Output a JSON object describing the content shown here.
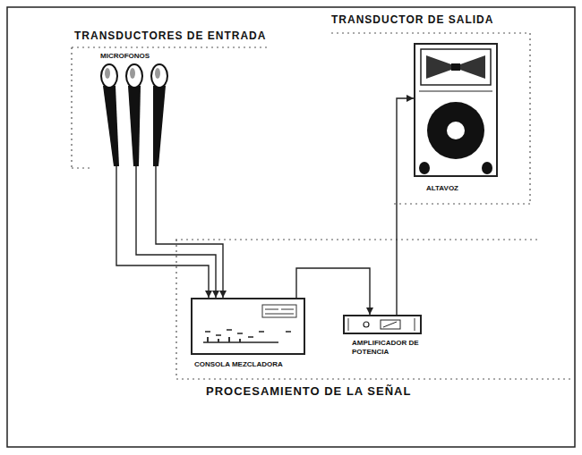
{
  "diagram": {
    "nodes": [
      {
        "text": [
          "MICROFONOS"
        ]
      },
      {
        "text": [
          "ALTAVOZ"
        ]
      },
      {
        "text": [
          "CONSOLA MEZCLADORA"
        ]
      },
      {
        "text": [
          "AMPLIFICADOR DE POTENCIA"
        ]
      }
    ],
    "edges": [
      {
        "from": 0,
        "to": 2,
        "arrow": "to"
      },
      {
        "from": 0,
        "to": 2,
        "arrow": "to"
      },
      {
        "from": 0,
        "to": 2,
        "arrow": "to"
      },
      {
        "from": 2,
        "to": 3,
        "arrow": "to"
      },
      {
        "from": 3,
        "to": 1,
        "arrow": "to"
      }
    ],
    "labels": [
      "TRANSDUCTORES DE ENTRADA",
      "TRANSDUCTOR DE SALIDA",
      "PROCESAMIENTO DE LA SEÑAL"
    ]
  }
}
